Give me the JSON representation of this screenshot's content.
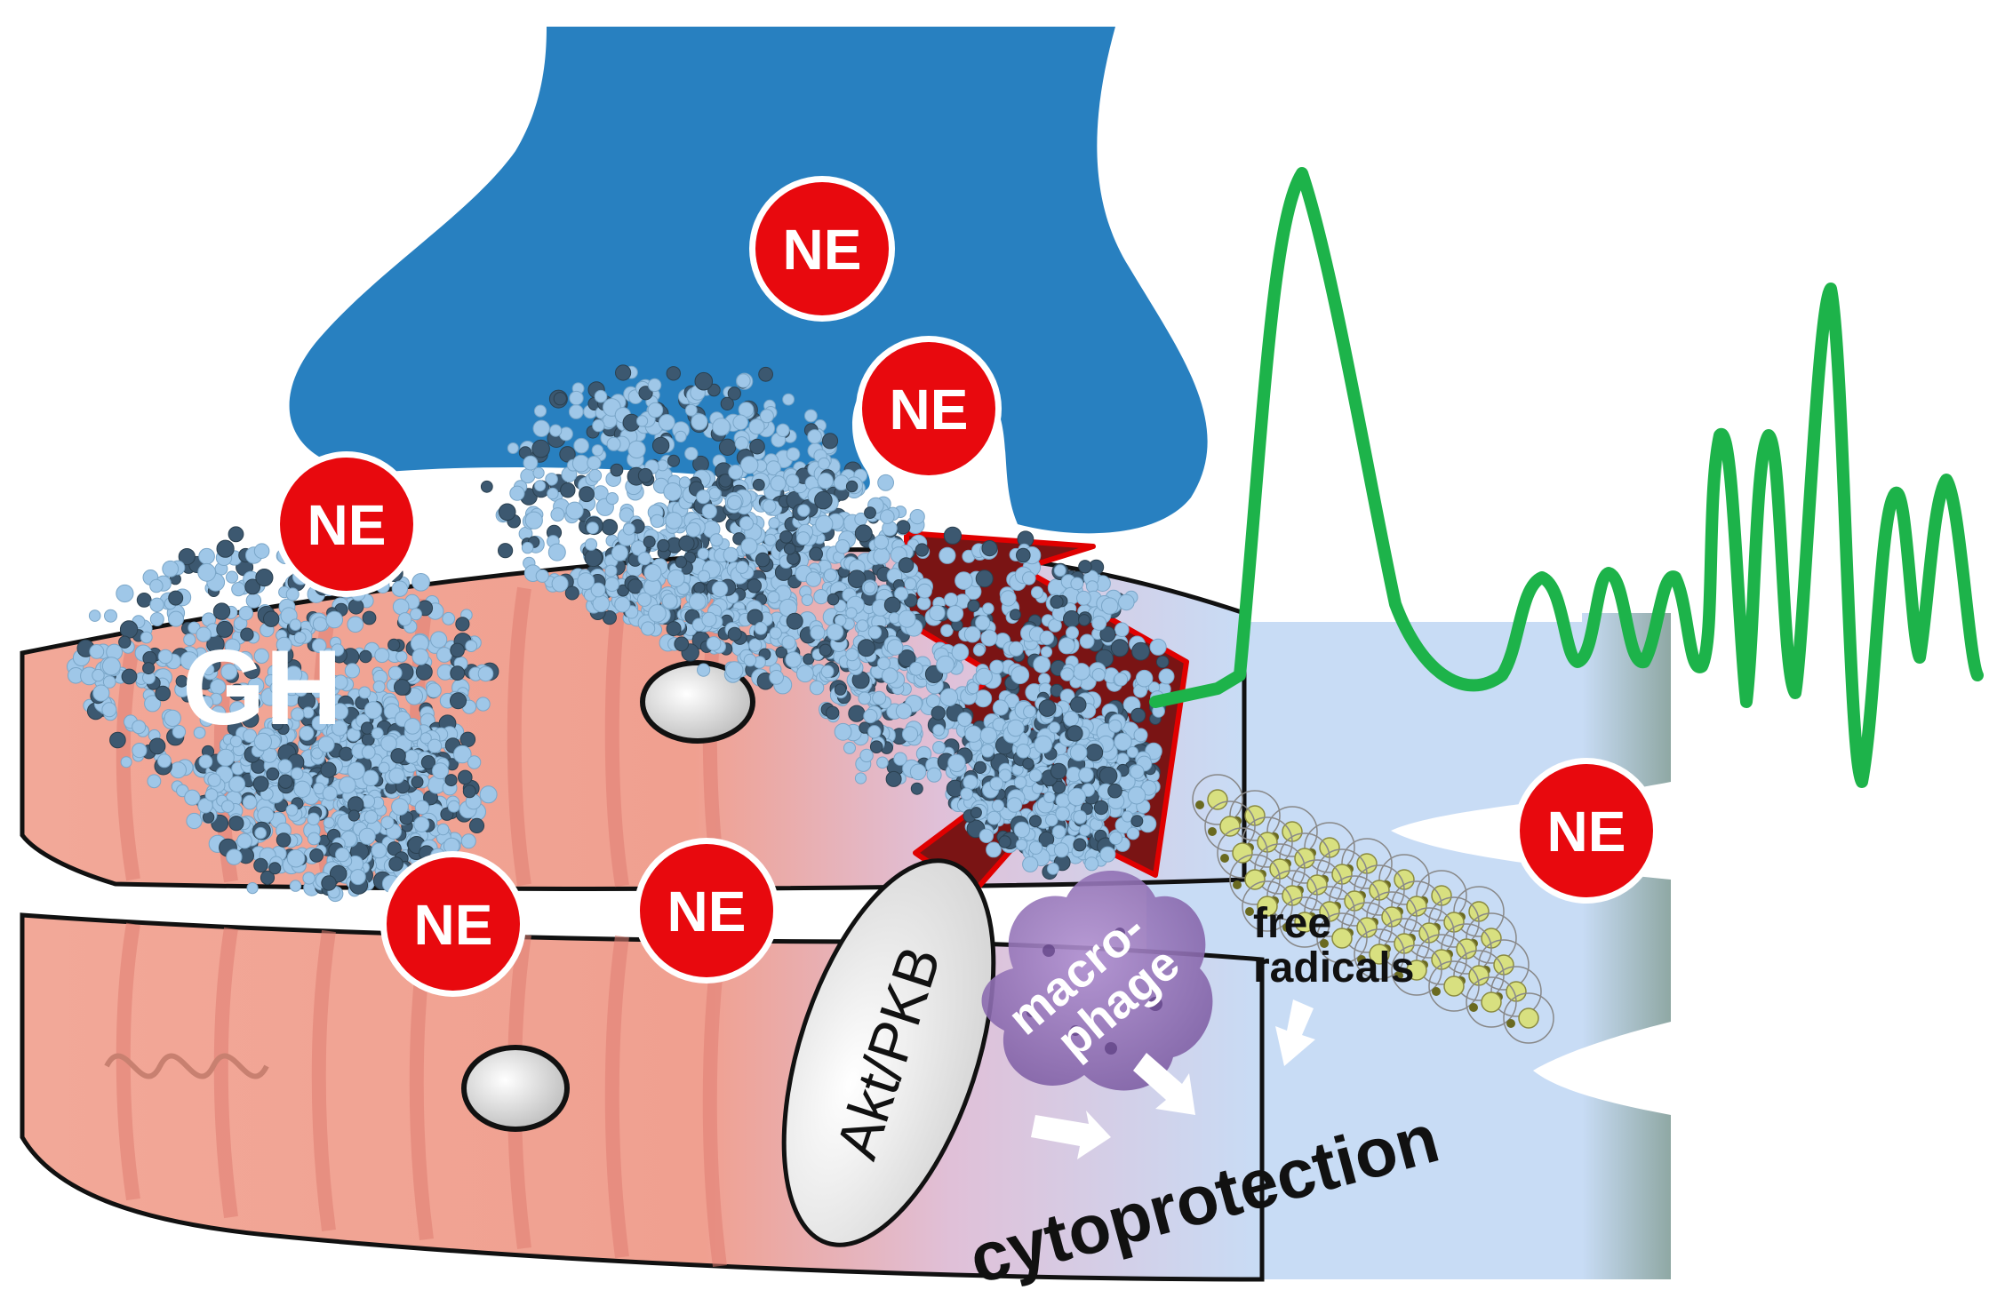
{
  "labels": {
    "ne": "NE",
    "gh": "GH",
    "akt": "Akt/PKB",
    "macrophage_line1": "macro-",
    "macrophage_line2": "phage",
    "free_radicals_line1": "free",
    "free_radicals_line2": "radicals",
    "cytoprotection": "cytoprotection"
  },
  "colors": {
    "nerve_terminal": "#2880c0",
    "ne_badge": "#e8090e",
    "muscle_fiber": "#f0a090",
    "cardiac_cell": "#c8dcf5",
    "ecg_trace": "#1db34a",
    "arrow": "#7a1414",
    "gh_protein": "#9fc7e8",
    "gh_protein_dark": "#3c5870",
    "macrophage": "#9070b0",
    "free_radical": "#d8e080"
  },
  "icons": {
    "ne": "ne-badge-icon",
    "gh": "gh-protein-icon",
    "macrophage": "macrophage-icon",
    "free_radicals": "free-radical-lattice-icon",
    "arrow": "signal-arrow-icon"
  }
}
